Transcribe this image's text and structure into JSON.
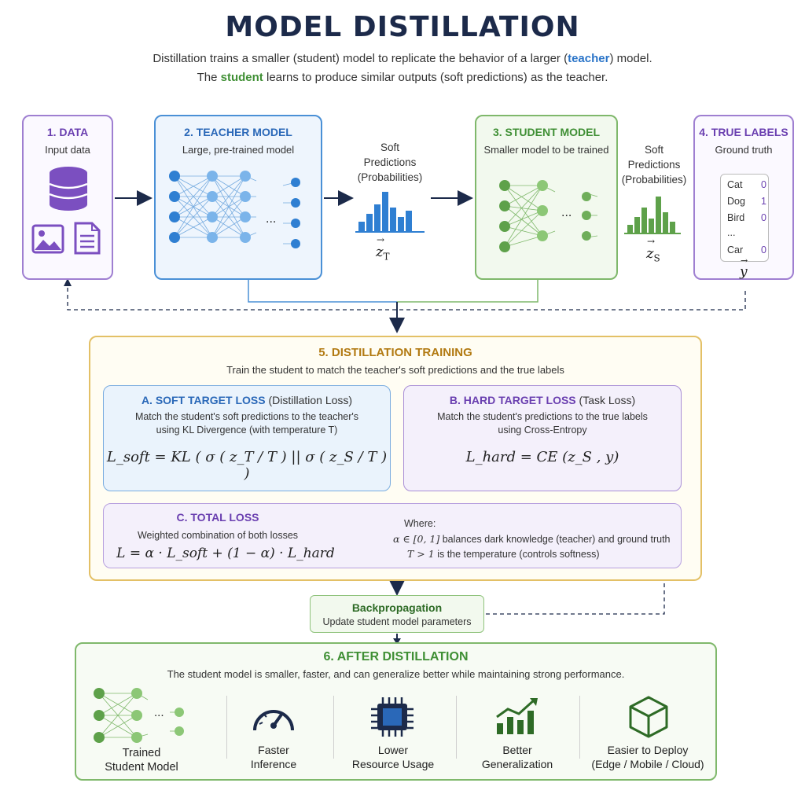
{
  "title": "MODEL DISTILLATION",
  "subtitle": {
    "line1_a": "Distillation trains a smaller (student) model to replicate the behavior of a larger (",
    "line1_teacher": "teacher",
    "line1_b": ") model.",
    "line2_a": "The ",
    "line2_student": "student",
    "line2_b": " learns to produce similar outputs (soft predictions) as the teacher."
  },
  "data_box": {
    "heading": "1. DATA",
    "desc": "Input data"
  },
  "teacher_box": {
    "heading": "2. TEACHER MODEL",
    "desc": "Large, pre-trained model"
  },
  "teacher_soft": {
    "line1": "Soft",
    "line2": "Predictions",
    "line3": "(Probabilities)",
    "vector": "z",
    "sub": "T"
  },
  "student_box": {
    "heading": "3. STUDENT MODEL",
    "desc": "Smaller model to be trained"
  },
  "student_soft": {
    "line1": "Soft",
    "line2": "Predictions",
    "line3": "(Probabilities)",
    "vector": "z",
    "sub": "S"
  },
  "labels_box": {
    "heading": "4. TRUE LABELS",
    "desc": "Ground truth",
    "rows": [
      {
        "label": "Cat",
        "value": "0"
      },
      {
        "label": "Dog",
        "value": "1"
      },
      {
        "label": "Bird",
        "value": "0"
      },
      {
        "label": "...",
        "value": ""
      },
      {
        "label": "Car",
        "value": "0"
      }
    ],
    "vector": "y"
  },
  "ellipsis": "...",
  "training": {
    "heading": "5. DISTILLATION TRAINING",
    "desc": "Train the student to match the teacher's soft predictions and the true labels",
    "soft": {
      "heading_a": "A. SOFT TARGET LOSS",
      "heading_b": " (Distillation Loss)",
      "desc1": "Match the student's soft predictions to the teacher's",
      "desc2": "using KL Divergence (with temperature T)",
      "formula": "L_soft = KL ( σ ( z_T / T ) || σ ( z_S / T ) )"
    },
    "hard": {
      "heading_a": "B. HARD TARGET LOSS",
      "heading_b": " (Task Loss)",
      "desc1": "Match the student's predictions to the true labels",
      "desc2": "using Cross-Entropy",
      "formula": "L_hard = CE (z_S , y)"
    },
    "total": {
      "heading": "C. TOTAL LOSS",
      "desc": "Weighted combination of both losses",
      "formula": "L = α · L_soft + (1 − α) · L_hard",
      "where": "Where:",
      "alpha_math": "α ∈ [0, 1]",
      "alpha_text": "balances dark knowledge (teacher) and ground truth",
      "temp_math": "T > 1",
      "temp_text": "is the temperature (controls softness)"
    }
  },
  "backprop": {
    "heading": "Backpropagation",
    "desc": "Update student model parameters"
  },
  "after": {
    "heading": "6. AFTER DISTILLATION",
    "desc": "The student model is smaller, faster, and can generalize better while maintaining strong performance.",
    "trained_line1": "Trained",
    "trained_line2": "Student Model",
    "features": [
      {
        "line1": "Faster",
        "line2": "Inference",
        "icon": "speedometer-icon"
      },
      {
        "line1": "Lower",
        "line2": "Resource Usage",
        "icon": "chip-icon"
      },
      {
        "line1": "Better",
        "line2": "Generalization",
        "icon": "growth-chart-icon"
      },
      {
        "line1": "Easier to Deploy",
        "line2": "(Edge / Mobile / Cloud)",
        "icon": "cube-icon"
      }
    ]
  },
  "colors": {
    "teacher": "#2a74c8",
    "student": "#3f8f34",
    "purple": "#6a3fb0",
    "gold": "#b27a12"
  }
}
